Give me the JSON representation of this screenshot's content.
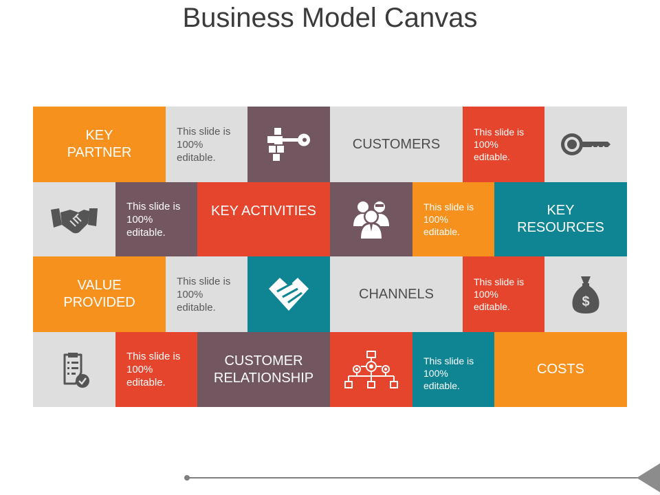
{
  "title": "Business Model Canvas",
  "colors": {
    "orange": "#f6911e",
    "grey": "#dedede",
    "plum": "#725660",
    "red": "#e4452c",
    "teal": "#0f8593",
    "icon_grey": "#555555"
  },
  "editable_text": "This slide is 100% editable.",
  "headings": {
    "key_partner": "KEY\nPARTNER",
    "customers": "CUSTOMERS",
    "key_activities": "KEY ACTIVITIES",
    "key_resources": "KEY\nRESOURCES",
    "value_provided": "VALUE\nPROVIDED",
    "channels": "CHANNELS",
    "customer_relationship": "CUSTOMER\nRELATIONSHIP",
    "costs": "COSTS"
  },
  "icons": {
    "r1_puzzle_key": "puzzle-key-icon",
    "r1_key": "key-icon",
    "r2_handshake": "handshake-icon",
    "r2_people": "people-group-icon",
    "r3_diamond_handshake": "diamond-handshake-icon",
    "r3_money_bag": "money-bag-icon",
    "r4_checklist": "checklist-icon",
    "r4_network": "network-hierarchy-icon"
  }
}
